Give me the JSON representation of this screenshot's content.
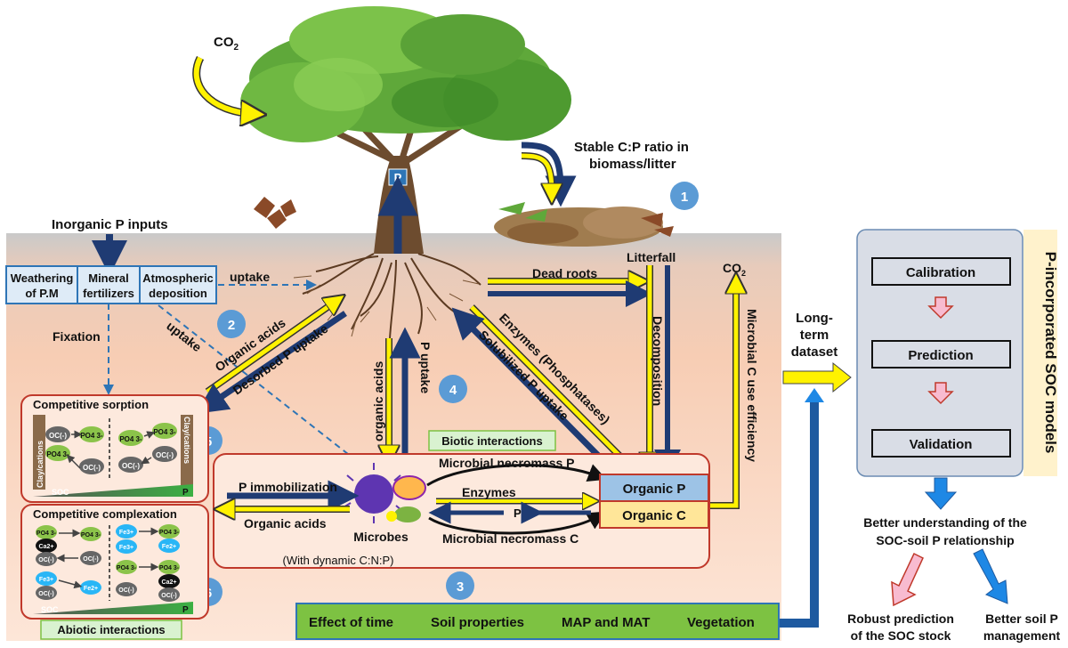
{
  "labels": {
    "co2_top": "CO",
    "co2_top_sub": "2",
    "co2_right": "CO",
    "co2_right_sub": "2",
    "stable_cp_line1": "Stable C:P ratio in",
    "stable_cp_line2": "biomass/litter",
    "p_tag": "P",
    "inorganic_p_inputs": "Inorganic P inputs",
    "weathering_line1": "Weathering",
    "weathering_line2": "of P.M",
    "mineral_line1": "Mineral",
    "mineral_line2": "fertilizers",
    "atmo_line1": "Atmospheric",
    "atmo_line2": "deposition",
    "uptake_top": "uptake",
    "uptake_diag": "uptake",
    "fixation": "Fixation",
    "dead_roots": "Dead roots",
    "litterfall": "Litterfall",
    "organic_acids_diag": "Organic acids",
    "desorbed_p_uptake": "Desorbed P uptake",
    "organic_acids_vert": "organic acids",
    "p_uptake_vert": "P uptake",
    "enzymes_phosphatases": "Enzymes (Phosphatases)",
    "solubilized_p_uptake": "Solubilized P uptake",
    "decomposition": "Decomposition",
    "microbial_cue": "Microbial C use efficiency",
    "long_term_line1": "Long-",
    "long_term_line2": "term",
    "long_term_line3": "dataset",
    "competitive_sorption": "Competitive sorption",
    "competitive_complexation": "Competitive complexation",
    "biotic_interactions": "Biotic interactions",
    "abiotic_interactions": "Abiotic interactions",
    "microbial_necromass_p": "Microbial necromass P",
    "microbial_necromass_c": "Microbial necromass C",
    "p_immobilization": "P immobilization",
    "organic_acids_lower": "Organic acids",
    "enzymes": "Enzymes",
    "p_small": "P",
    "organic_p": "Organic P",
    "organic_c": "Organic C",
    "microbes": "Microbes",
    "microbes_sub": "(With dynamic C:N:P)",
    "soc_label_1": "SOC",
    "p_label_1": "P",
    "soc_label_2": "SOC",
    "p_label_2": "P",
    "clay_cations": "Clay/cations",
    "effect_of_time": "Effect of time",
    "soil_properties": "Soil properties",
    "map_mat": "MAP and MAT",
    "vegetation": "Vegetation",
    "calibration": "Calibration",
    "prediction": "Prediction",
    "validation": "Validation",
    "p_incorporated_models": "P-incorporated SOC models",
    "better_understanding_line1": "Better understanding of the",
    "better_understanding_line2": "SOC-soil P relationship",
    "robust_line1": "Robust prediction",
    "robust_line2": "of the SOC stock",
    "better_soil_line1": "Better soil P",
    "better_soil_line2": "management"
  },
  "sorption_chips": [
    "OC(-)",
    "PO4 3-",
    "PO4 3-",
    "OC(-)",
    "PO4 3-",
    "PO4 3-",
    "OC(-)",
    "OC(-)"
  ],
  "complex_chips": [
    "PO4 3-",
    "Ca2+",
    "PO4 3-",
    "Fe3+",
    "PO4 3-",
    "Fe2+",
    "OC(-)",
    "OC(-)",
    "PO4 3-",
    "PO4 3-",
    "Fe3+",
    "Fe2+",
    "Ca2+",
    "OC(-)",
    "OC(-)",
    "Fe3+",
    "OC(-)"
  ],
  "badges": [
    "1",
    "2",
    "3",
    "4",
    "5",
    "6"
  ],
  "colors": {
    "arrow_navy": "#1f3b73",
    "arrow_yellow": "#fff200",
    "box_red": "#c0392b",
    "box_blue": "#2e75b6",
    "factor_green": "#7dc242",
    "organic_p_fill": "#9dc3e6",
    "organic_c_fill": "#ffe699",
    "badge_blue": "#5b9bd5",
    "model_panel": "#d9dde6",
    "model_tab": "#fff2cc",
    "arrow_blue": "#1e88e5"
  }
}
